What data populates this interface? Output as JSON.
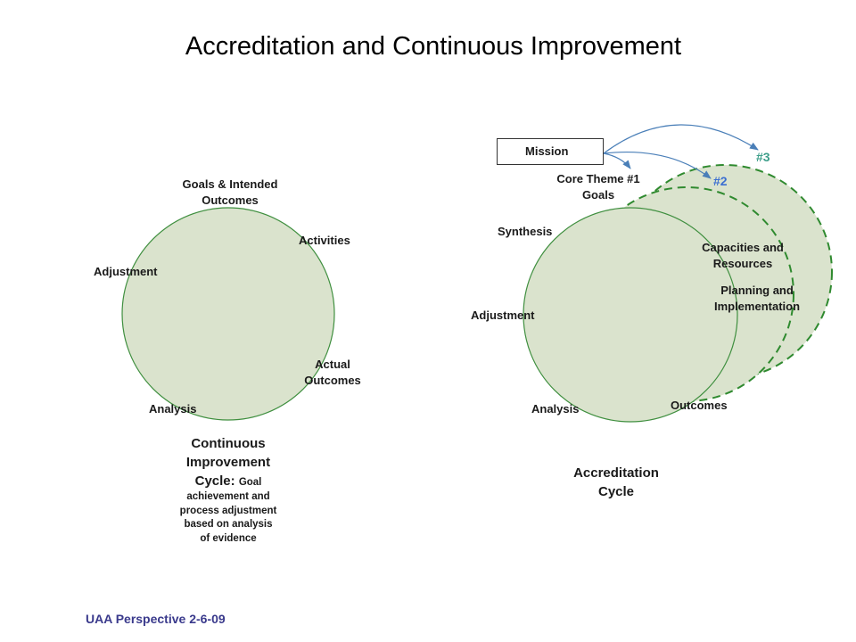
{
  "slide": {
    "title": "Accreditation and Continuous Improvement",
    "footer": "UAA Perspective 2-6-09"
  },
  "colors": {
    "circle_fill": "#dae3cd",
    "circle_stroke": "#3f8f3f",
    "arrow": "#4a7fb8",
    "label_3": "#3c9e8a",
    "label_2": "#3b6fd1"
  },
  "left_cycle": {
    "labels": {
      "goals_line1": "Goals & Intended",
      "goals_line2": "Outcomes",
      "activities": "Activities",
      "adjustment": "Adjustment",
      "actual_line1": "Actual",
      "actual_line2": "Outcomes",
      "analysis": "Analysis"
    },
    "caption": {
      "line1": "Continuous",
      "line2": "Improvement",
      "line3_main": "Cycle",
      "line3_colon": ": ",
      "line3_small": "Goal",
      "line4": "achievement and",
      "line5": "process adjustment",
      "line6": "based on analysis",
      "line7": "of evidence"
    }
  },
  "right_cycle": {
    "mission": "Mission",
    "core_line1": "Core Theme #1",
    "core_line2": "Goals",
    "marker_3": "#3",
    "marker_2": "#2",
    "synthesis": "Synthesis",
    "capacities_line1": "Capacities and",
    "capacities_line2": "Resources",
    "planning_line1": "Planning and",
    "planning_line2": "Implementation",
    "adjustment": "Adjustment",
    "analysis": "Analysis",
    "outcomes": "Outcomes",
    "caption_line1": "Accreditation",
    "caption_line2": "Cycle"
  }
}
